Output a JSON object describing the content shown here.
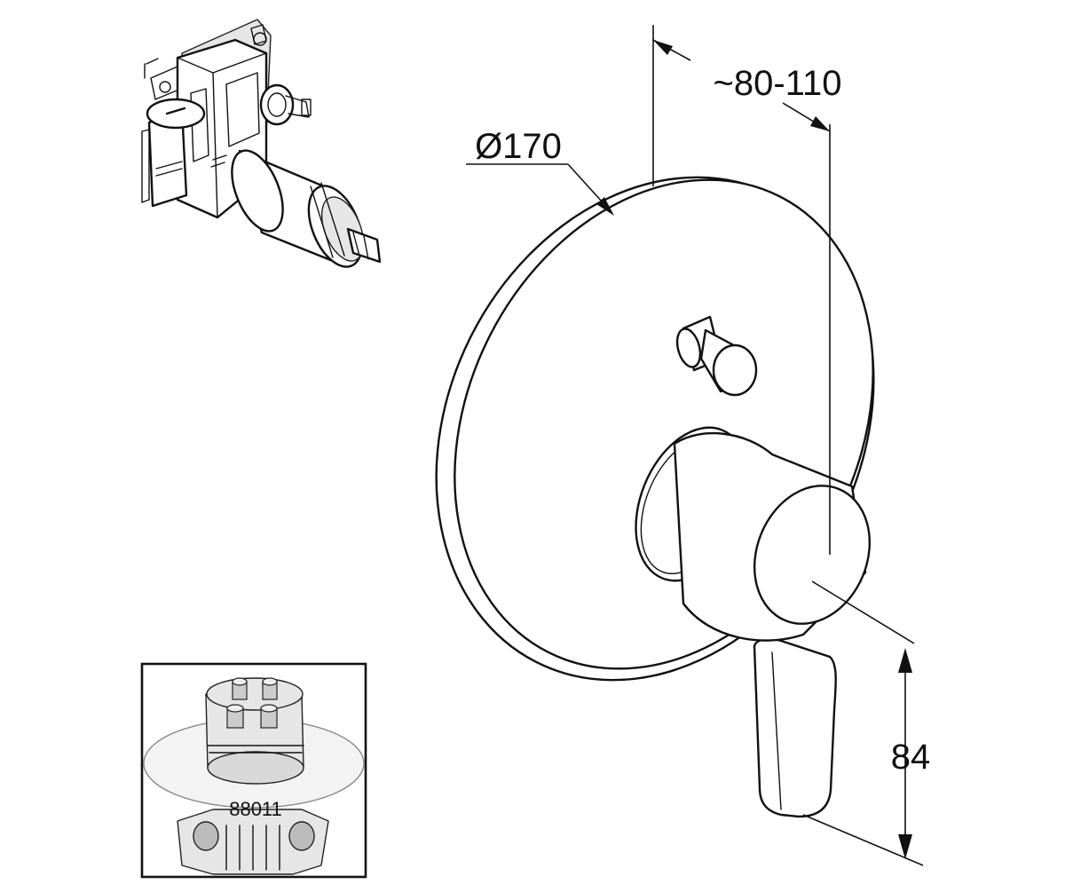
{
  "dimensions": {
    "diameter": "Ø170",
    "projection": "~80-110",
    "lever_length": "84"
  },
  "inset": {
    "part_number": "88011"
  }
}
